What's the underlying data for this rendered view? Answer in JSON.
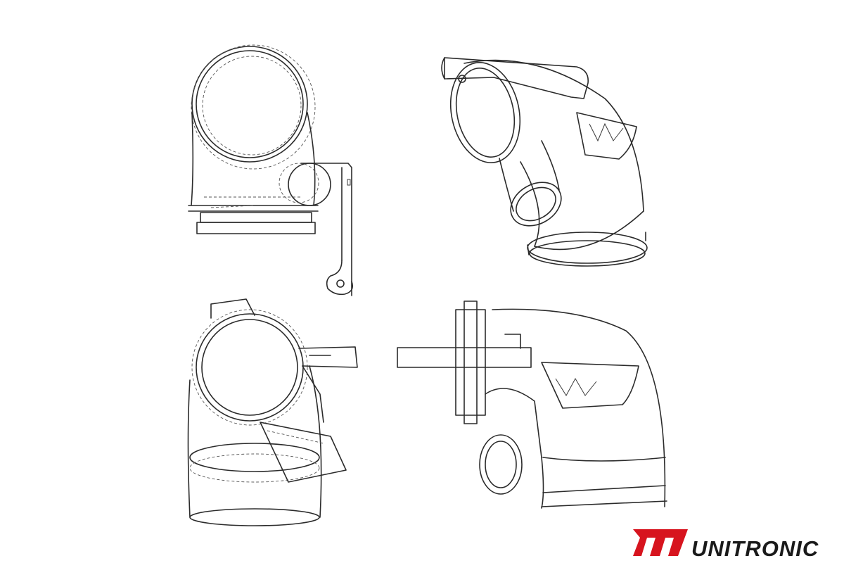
{
  "brand": {
    "wordmark": "UNITRONIC",
    "logo_color": "#d7141e",
    "text_color": "#1a1a1a"
  },
  "views": [
    {
      "id": "front-elevation"
    },
    {
      "id": "isometric"
    },
    {
      "id": "plan"
    },
    {
      "id": "side-elevation"
    }
  ],
  "colors": {
    "background": "#ffffff",
    "linework": "#2b2b2b"
  }
}
